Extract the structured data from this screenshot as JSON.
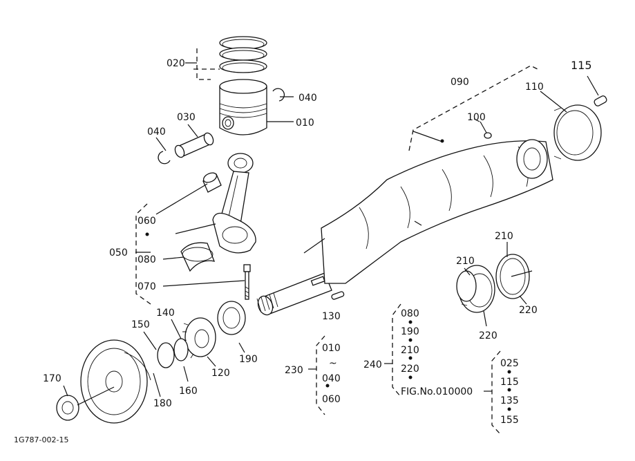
{
  "figure_code": "1G787-002-15",
  "callouts": {
    "p010": "010",
    "p020": "020",
    "p030": "030",
    "p040_top": "040",
    "p040_left": "040",
    "p050": "050",
    "p060": "060",
    "p070": "070",
    "p080": "080",
    "p090": "090",
    "p100": "100",
    "p110": "110",
    "p115": "115",
    "p120": "120",
    "p130": "130",
    "p140": "140",
    "p150": "150",
    "p160": "160",
    "p170": "170",
    "p180": "180",
    "p190": "190",
    "p210_right": "210",
    "p210_left": "210",
    "p220_right": "220",
    "p220_left": "220",
    "p230": "230",
    "p240": "240"
  },
  "group_230": [
    "010",
    "~",
    "040",
    "060"
  ],
  "group_240": [
    "080",
    "190",
    "210",
    "220"
  ],
  "fig_no": "FIG.No.010000",
  "group_fig": [
    "025",
    "115",
    "135",
    "155"
  ]
}
